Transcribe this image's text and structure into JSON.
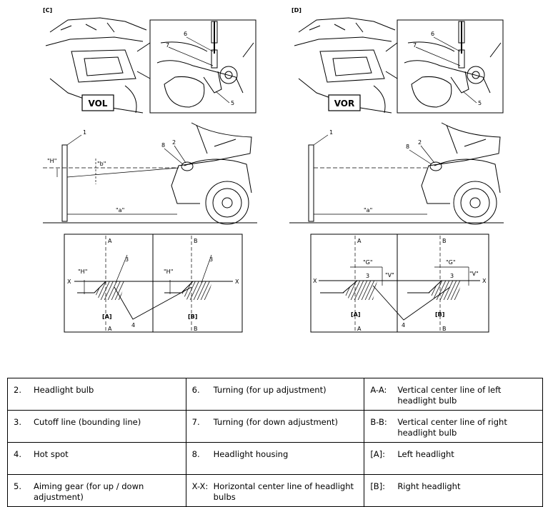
{
  "panels": {
    "C": {
      "tag": "[C]",
      "side_label": "VOL",
      "callouts": {
        "one": "1",
        "two": "2",
        "five": "5",
        "six": "6",
        "seven": "7",
        "eight": "8"
      },
      "measure": {
        "H": "\"H\"",
        "b": "\"b\"",
        "a": "\"a\""
      },
      "screen": {
        "A_top": "A",
        "A_bottom": "A",
        "B_top": "B",
        "B_bottom": "B",
        "X_left": "X",
        "X_right": "X",
        "H_left": "\"H\"",
        "H_right": "\"H\"",
        "three_left": "3",
        "three_right": "3",
        "four": "4",
        "bracket_left": "[A]",
        "bracket_right": "[B]"
      }
    },
    "D": {
      "tag": "[D]",
      "side_label": "VOR",
      "callouts": {
        "one": "1",
        "two": "2",
        "five": "5",
        "six": "6",
        "seven": "7",
        "eight": "8"
      },
      "measure": {
        "a": "\"a\""
      },
      "screen": {
        "A_top": "A",
        "A_bottom": "A",
        "B_top": "B",
        "B_bottom": "B",
        "X_left": "X",
        "X_right": "X",
        "G_left": "\"G\"",
        "G_right": "\"G\"",
        "V_left": "\"V\"",
        "V_right": "\"V\"",
        "three_left": "3",
        "three_right": "3",
        "four": "4",
        "bracket_left": "[A]",
        "bracket_right": "[B]"
      }
    }
  },
  "legend": {
    "rows": [
      [
        {
          "num": "2.",
          "text": "Headlight bulb"
        },
        {
          "num": "6.",
          "text": "Turning (for up adjustment)"
        },
        {
          "num": "A-A:",
          "text": "Vertical center line of left headlight bulb"
        }
      ],
      [
        {
          "num": "3.",
          "text": "Cutoff line (bounding line)"
        },
        {
          "num": "7.",
          "text": "Turning (for down adjustment)"
        },
        {
          "num": "B-B:",
          "text": "Vertical center line of right headlight bulb"
        }
      ],
      [
        {
          "num": "4.",
          "text": "Hot spot"
        },
        {
          "num": "8.",
          "text": "Headlight housing"
        },
        {
          "num": "[A]:",
          "text": "Left headlight"
        }
      ],
      [
        {
          "num": "5.",
          "text": "Aiming gear (for up / down adjustment)"
        },
        {
          "num": "X-X:",
          "text": "Horizontal center line of headlight bulbs"
        },
        {
          "num": "[B]:",
          "text": "Right headlight"
        }
      ]
    ]
  }
}
